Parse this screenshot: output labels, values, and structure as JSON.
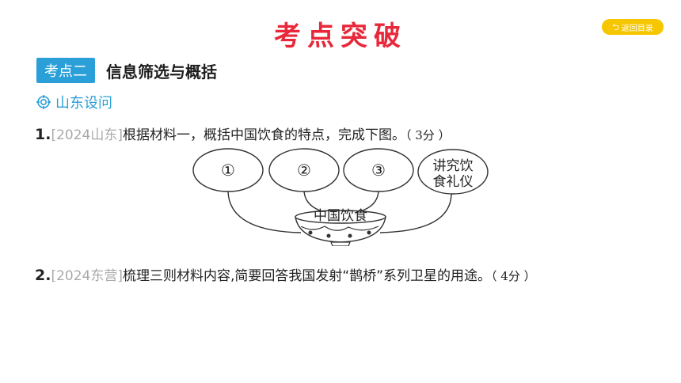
{
  "header": {
    "title": "考点突破",
    "back_label": "返回目录"
  },
  "section": {
    "tag": "考点二",
    "title": "信息筛选与概括"
  },
  "subsection": {
    "label": "山东设问"
  },
  "questions": [
    {
      "number": "1.",
      "source": "[2024山东]",
      "text": "根据材料一，概括中国饮食的特点，完成下图。",
      "points": "（ 3分 ）"
    },
    {
      "number": "2.",
      "source": "[2024东营]",
      "text": "梳理三则材料内容,简要回答我国发射“鹊桥”系列卫星的用途。",
      "points": "（ 4分 ）"
    }
  ],
  "diagram": {
    "center": "中国饮食",
    "bubbles": [
      "①",
      "②",
      "③"
    ],
    "given": [
      "讲究饮",
      "食礼仪"
    ]
  },
  "colors": {
    "title": "#e8283a",
    "accent": "#2a9fd8",
    "back_button": "#f6c600",
    "source_gray": "#a9a9a9"
  }
}
